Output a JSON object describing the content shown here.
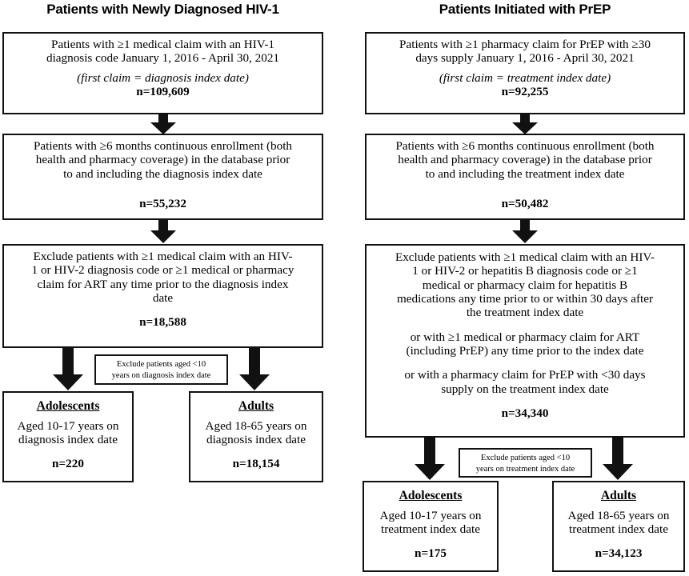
{
  "columns": [
    {
      "id": "hiv",
      "title": "Patients with Newly Diagnosed HIV-1",
      "boxes": [
        {
          "id": "hiv-box-1",
          "lines": [
            "Patients with ≥1 medical claim with an HIV-1",
            "diagnosis code January 1, 2016 - April 30, 2021"
          ],
          "italic": "(first claim = diagnosis index date)",
          "n": "n=109,609"
        },
        {
          "id": "hiv-box-2",
          "lines": [
            "Patients with ≥6 months continuous enrollment (both",
            "health and pharmacy coverage) in the database prior",
            "to and including the diagnosis index date"
          ],
          "italic": "",
          "n": "n=55,232"
        },
        {
          "id": "hiv-box-3",
          "lines": [
            "Exclude patients with ≥1 medical claim with an HIV-",
            "1 or HIV-2 diagnosis code or ≥1 medical or pharmacy",
            "claim for ART any time prior to the diagnosis index",
            "date"
          ],
          "italic": "",
          "n": "n=18,588"
        }
      ],
      "note": {
        "id": "hiv-exclusion-note",
        "lines": [
          "Exclude patients aged <10",
          "years on diagnosis index date"
        ]
      },
      "outcomes": [
        {
          "id": "hiv-adolescents",
          "header": "Adolescents",
          "lines": [
            "Aged 10-17 years on",
            "diagnosis index date"
          ],
          "n": "n=220"
        },
        {
          "id": "hiv-adults",
          "header": "Adults",
          "lines": [
            "Aged 18-65 years on",
            "diagnosis index date"
          ],
          "n": "n=18,154"
        }
      ]
    },
    {
      "id": "prep",
      "title": "Patients Initiated with PrEP",
      "boxes": [
        {
          "id": "prep-box-1",
          "lines": [
            "Patients with ≥1 pharmacy claim for PrEP with ≥30",
            "days supply January 1, 2016 - April 30, 2021"
          ],
          "italic": "(first claim = treatment index date)",
          "n": "n=92,255"
        },
        {
          "id": "prep-box-2",
          "lines": [
            "Patients with ≥6 months continuous enrollment (both",
            "health and pharmacy coverage) in the database prior",
            "to and including the treatment index date"
          ],
          "italic": "",
          "n": "n=50,482"
        },
        {
          "id": "prep-box-3",
          "lines": [
            "Exclude patients with ≥1 medical claim with an HIV-",
            "1 or HIV-2 or hepatitis B diagnosis code or ≥1",
            "medical or pharmacy claim for hepatitis B",
            "medications any time prior to or within 30 days after",
            "the treatment index date"
          ],
          "lines2": [
            "or with ≥1 medical or pharmacy claim for ART",
            "(including PrEP) any time prior to the index date"
          ],
          "lines3": [
            "or with a pharmacy claim for PrEP with <30 days",
            "supply on the treatment index date"
          ],
          "italic": "",
          "n": "n=34,340"
        }
      ],
      "note": {
        "id": "prep-exclusion-note",
        "lines": [
          "Exclude patients aged <10",
          "years on treatment index date"
        ]
      },
      "outcomes": [
        {
          "id": "prep-adolescents",
          "header": "Adolescents",
          "lines": [
            "Aged 10-17 years on",
            "treatment index date"
          ],
          "n": "n=175"
        },
        {
          "id": "prep-adults",
          "header": "Adults",
          "lines": [
            "Aged 18-65 years on",
            "treatment index date"
          ],
          "n": "n=34,123"
        }
      ]
    }
  ],
  "colors": {
    "stroke": "#111111",
    "background": "#ffffff",
    "text": "#000000"
  }
}
